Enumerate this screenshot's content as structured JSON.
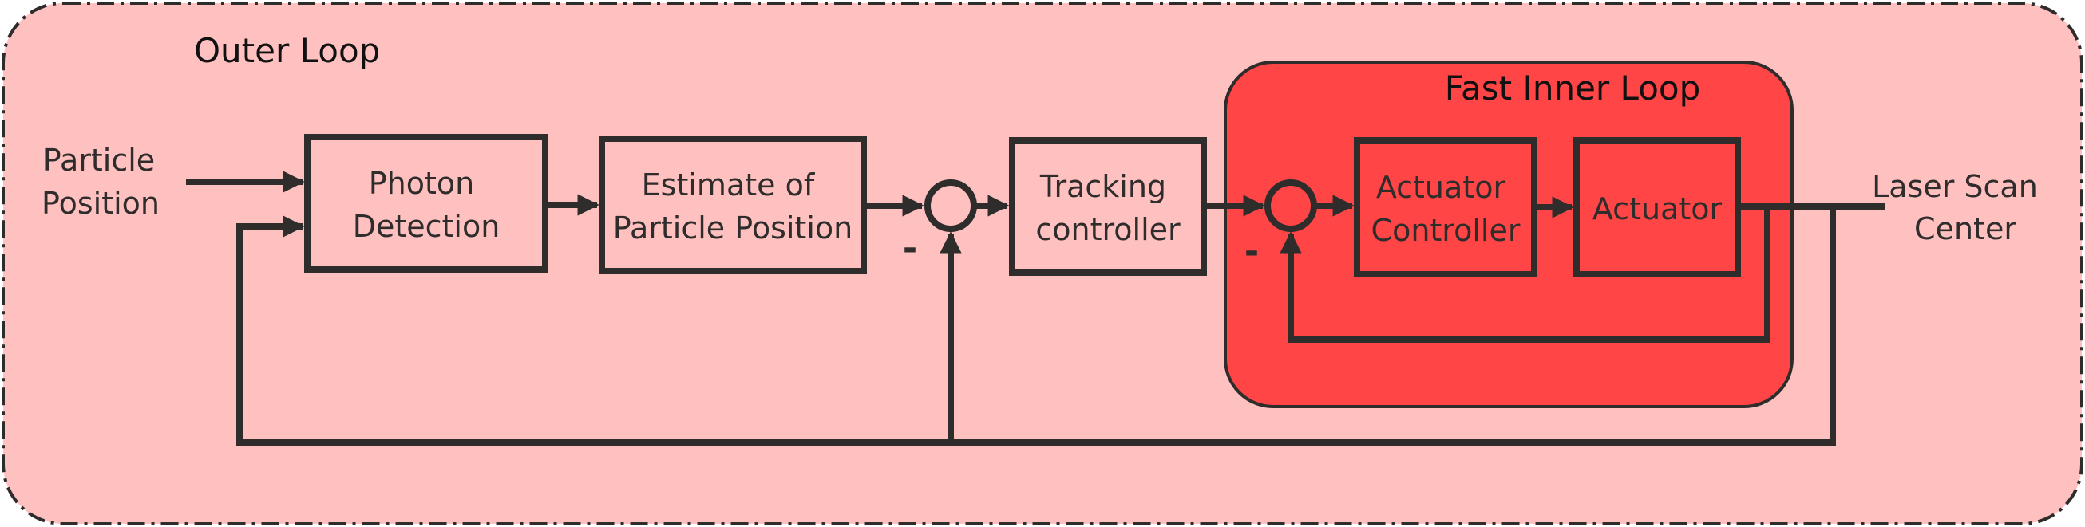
{
  "diagram": {
    "outer_loop": {
      "title": "Outer Loop",
      "fill": "#ffc0c0"
    },
    "inner_loop": {
      "title": "Fast Inner Loop",
      "fill": "#ff4545"
    },
    "input_label": {
      "line1": "Particle",
      "line2": "Position"
    },
    "output_label": {
      "line1": "Laser Scan",
      "line2": "Center"
    },
    "blocks": {
      "photon_detection": {
        "line1": "Photon",
        "line2": "Detection"
      },
      "estimate": {
        "line1": "Estimate of",
        "line2": "Particle Position"
      },
      "tracking": {
        "line1": "Tracking",
        "line2": "controller"
      },
      "actuator_controller": {
        "line1": "Actuator",
        "line2": "Controller"
      },
      "actuator": {
        "line1": "Actuator"
      }
    },
    "signs": {
      "outer_sum_minus": "-",
      "inner_sum_minus": "-"
    },
    "colors": {
      "line": "#2f2c2c",
      "block_outer": "#ffc0c0",
      "block_inner": "#ff4545"
    }
  }
}
